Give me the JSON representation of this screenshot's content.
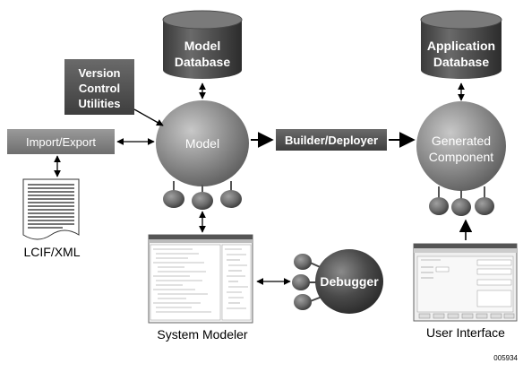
{
  "diagram": {
    "model_database": {
      "line1": "Model",
      "line2": "Database"
    },
    "application_database": {
      "line1": "Application",
      "line2": "Database"
    },
    "version_control": {
      "line1": "Version",
      "line2": "Control",
      "line3": "Utilities"
    },
    "import_export": "Import/Export",
    "model": "Model",
    "builder_deployer": "Builder/Deployer",
    "generated_component": {
      "line1": "Generated",
      "line2": "Component"
    },
    "lcif_xml": "LCIF/XML",
    "debugger": "Debugger",
    "system_modeler": "System Modeler",
    "user_interface": "User Interface",
    "figure_number": "005934"
  },
  "colors": {
    "dark_box": "#5a5a5a",
    "gray_sphere": "#8a8a8a",
    "dark_sphere": "#4a4a4a",
    "arrow": "#000000"
  }
}
